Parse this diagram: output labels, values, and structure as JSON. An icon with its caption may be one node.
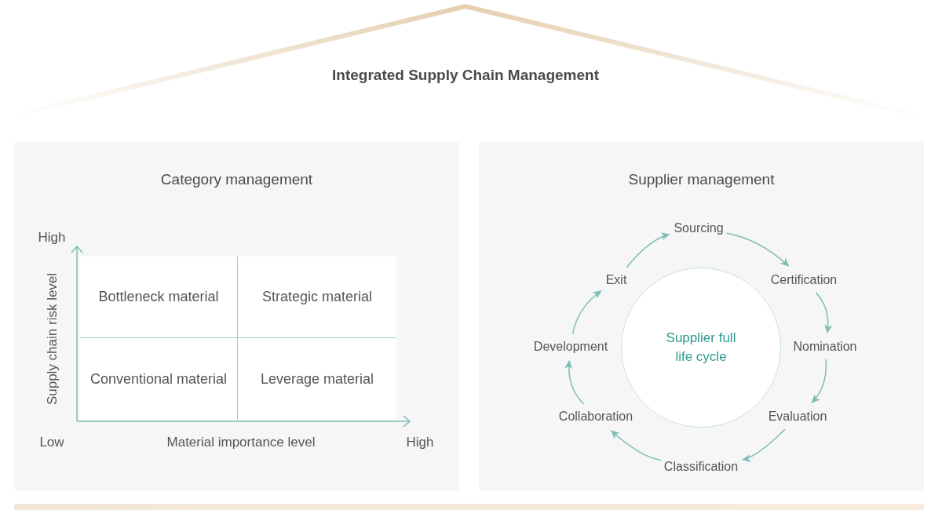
{
  "diagram": {
    "nodes": [
      {
        "text": [
          "Integrated Supply Chain Management"
        ]
      },
      {
        "text": [
          "Category management"
        ]
      },
      {
        "text": [
          "Bottleneck material"
        ],
        "in": 1
      },
      {
        "text": [
          "Strategic material"
        ],
        "in": 1
      },
      {
        "text": [
          "Conventional material"
        ],
        "in": 1
      },
      {
        "text": [
          "Leverage material"
        ],
        "in": 1
      },
      {
        "text": [
          "Supplier management"
        ]
      },
      {
        "text": [
          "Supplier full life cycle"
        ],
        "in": 6
      },
      {
        "text": [
          "Sourcing"
        ],
        "in": 6
      },
      {
        "text": [
          "Certification"
        ],
        "in": 6
      },
      {
        "text": [
          "Nomination"
        ],
        "in": 6
      },
      {
        "text": [
          "Evaluation"
        ],
        "in": 6
      },
      {
        "text": [
          "Classification"
        ],
        "in": 6
      },
      {
        "text": [
          "Collaboration"
        ],
        "in": 6
      },
      {
        "text": [
          "Development"
        ],
        "in": 6
      },
      {
        "text": [
          "Exit"
        ],
        "in": 6
      }
    ],
    "edges": [
      {
        "from": 8,
        "to": 9,
        "arrow": "to"
      },
      {
        "from": 9,
        "to": 10,
        "arrow": "to"
      },
      {
        "from": 10,
        "to": 11,
        "arrow": "to"
      },
      {
        "from": 11,
        "to": 12,
        "arrow": "to"
      },
      {
        "from": 12,
        "to": 13,
        "arrow": "to"
      },
      {
        "from": 13,
        "to": 14,
        "arrow": "to"
      },
      {
        "from": 14,
        "to": 15,
        "arrow": "to"
      },
      {
        "from": 15,
        "to": 8,
        "arrow": "to"
      }
    ],
    "labels": [
      "High",
      "Supply chain risk level",
      "Low",
      "Material importance level",
      "High"
    ]
  }
}
